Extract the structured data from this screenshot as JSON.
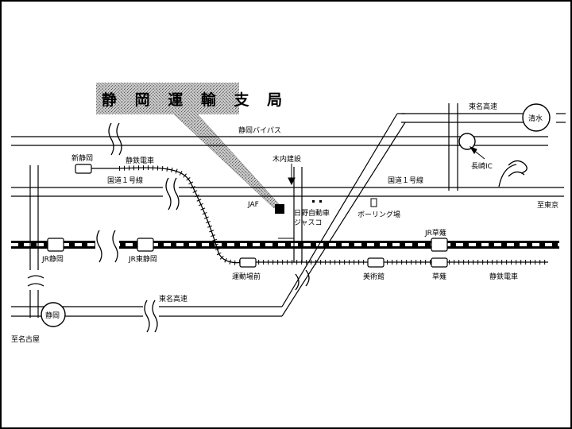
{
  "title": "静 岡 運 輸 支 局",
  "labels": {
    "bypass": "静岡バイパス",
    "tomei_top": "東名高速",
    "shimizu": "清水",
    "nagasaki_ic": "長崎IC",
    "shin_shizuoka": "新静岡",
    "shizutetsu_top": "静鉄電車",
    "kiuchi": "木内建設",
    "route1_left": "国道１号線",
    "route1_right": "国道１号線",
    "jaf": "JAF",
    "hino": "日野自動車",
    "jusco": "ジャスコ",
    "bowling": "ボーリング場",
    "to_tokyo": "至東京",
    "jr_kusanagi": "JR草薙",
    "jr_shizuoka": "JR静岡",
    "jr_higashi": "JR東静岡",
    "undojo": "運動場前",
    "bijutsukan": "美術館",
    "kusanagi": "草薙",
    "shizutetsu_bottom": "静鉄電車",
    "tomei_bottom": "東名高速",
    "shizuoka": "静岡",
    "to_nagoya": "至名古屋"
  }
}
